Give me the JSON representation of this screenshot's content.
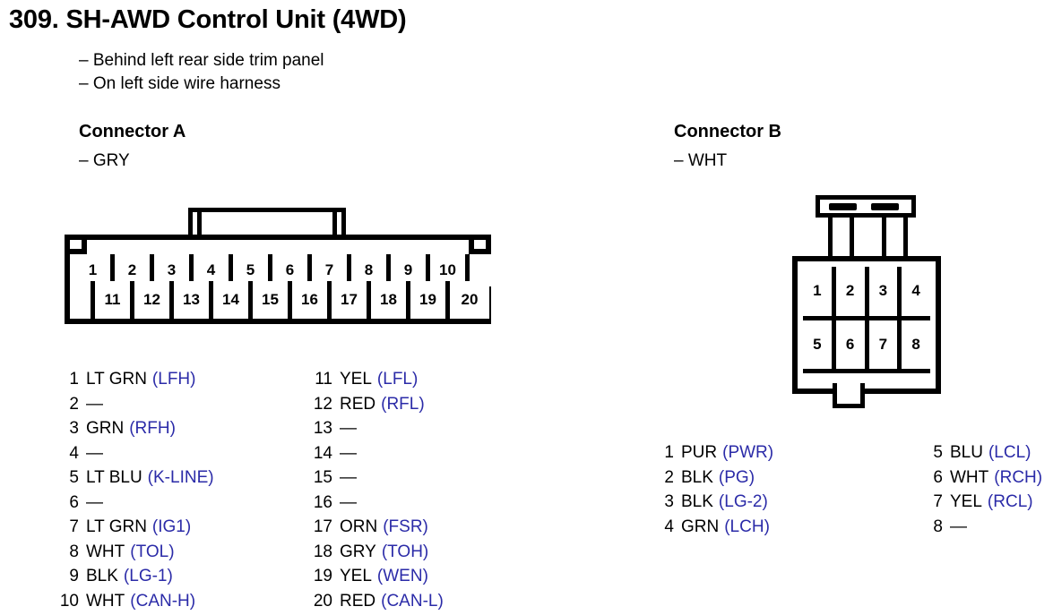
{
  "page": {
    "title": "309. SH-AWD Control Unit (4WD)",
    "notes": [
      "– Behind left rear side trim panel",
      "– On left side wire harness"
    ],
    "empty_marker": "—",
    "accent_color": "#2b2ba8"
  },
  "connector_a": {
    "heading": "Connector A",
    "color_note": "– GRY",
    "diagram": {
      "row_top": [
        "1",
        "2",
        "3",
        "4",
        "5",
        "6",
        "7",
        "8",
        "9",
        "10"
      ],
      "row_bottom": [
        "11",
        "12",
        "13",
        "14",
        "15",
        "16",
        "17",
        "18",
        "19",
        "20"
      ]
    },
    "pins_left": [
      {
        "num": "1",
        "color": "LT GRN",
        "code": "(LFH)"
      },
      {
        "num": "2",
        "color": "",
        "code": ""
      },
      {
        "num": "3",
        "color": "GRN",
        "code": "(RFH)"
      },
      {
        "num": "4",
        "color": "",
        "code": ""
      },
      {
        "num": "5",
        "color": "LT BLU",
        "code": "(K-LINE)"
      },
      {
        "num": "6",
        "color": "",
        "code": ""
      },
      {
        "num": "7",
        "color": "LT GRN",
        "code": "(IG1)"
      },
      {
        "num": "8",
        "color": "WHT",
        "code": "(TOL)"
      },
      {
        "num": "9",
        "color": "BLK",
        "code": "(LG-1)"
      },
      {
        "num": "10",
        "color": "WHT",
        "code": "(CAN-H)"
      }
    ],
    "pins_right": [
      {
        "num": "11",
        "color": "YEL",
        "code": "(LFL)"
      },
      {
        "num": "12",
        "color": "RED",
        "code": "(RFL)"
      },
      {
        "num": "13",
        "color": "",
        "code": ""
      },
      {
        "num": "14",
        "color": "",
        "code": ""
      },
      {
        "num": "15",
        "color": "",
        "code": ""
      },
      {
        "num": "16",
        "color": "",
        "code": ""
      },
      {
        "num": "17",
        "color": "ORN",
        "code": "(FSR)"
      },
      {
        "num": "18",
        "color": "GRY",
        "code": "(TOH)"
      },
      {
        "num": "19",
        "color": "YEL",
        "code": "(WEN)"
      },
      {
        "num": "20",
        "color": "RED",
        "code": "(CAN-L)"
      }
    ]
  },
  "connector_b": {
    "heading": "Connector B",
    "color_note": "– WHT",
    "diagram": {
      "row_top": [
        "1",
        "2",
        "3",
        "4"
      ],
      "row_bottom": [
        "5",
        "6",
        "7",
        "8"
      ]
    },
    "pins_left": [
      {
        "num": "1",
        "color": "PUR",
        "code": "(PWR)"
      },
      {
        "num": "2",
        "color": "BLK",
        "code": "(PG)"
      },
      {
        "num": "3",
        "color": "BLK",
        "code": "(LG-2)"
      },
      {
        "num": "4",
        "color": "GRN",
        "code": "(LCH)"
      }
    ],
    "pins_right": [
      {
        "num": "5",
        "color": "BLU",
        "code": "(LCL)"
      },
      {
        "num": "6",
        "color": "WHT",
        "code": "(RCH)"
      },
      {
        "num": "7",
        "color": "YEL",
        "code": "(RCL)"
      },
      {
        "num": "8",
        "color": "",
        "code": ""
      }
    ]
  }
}
